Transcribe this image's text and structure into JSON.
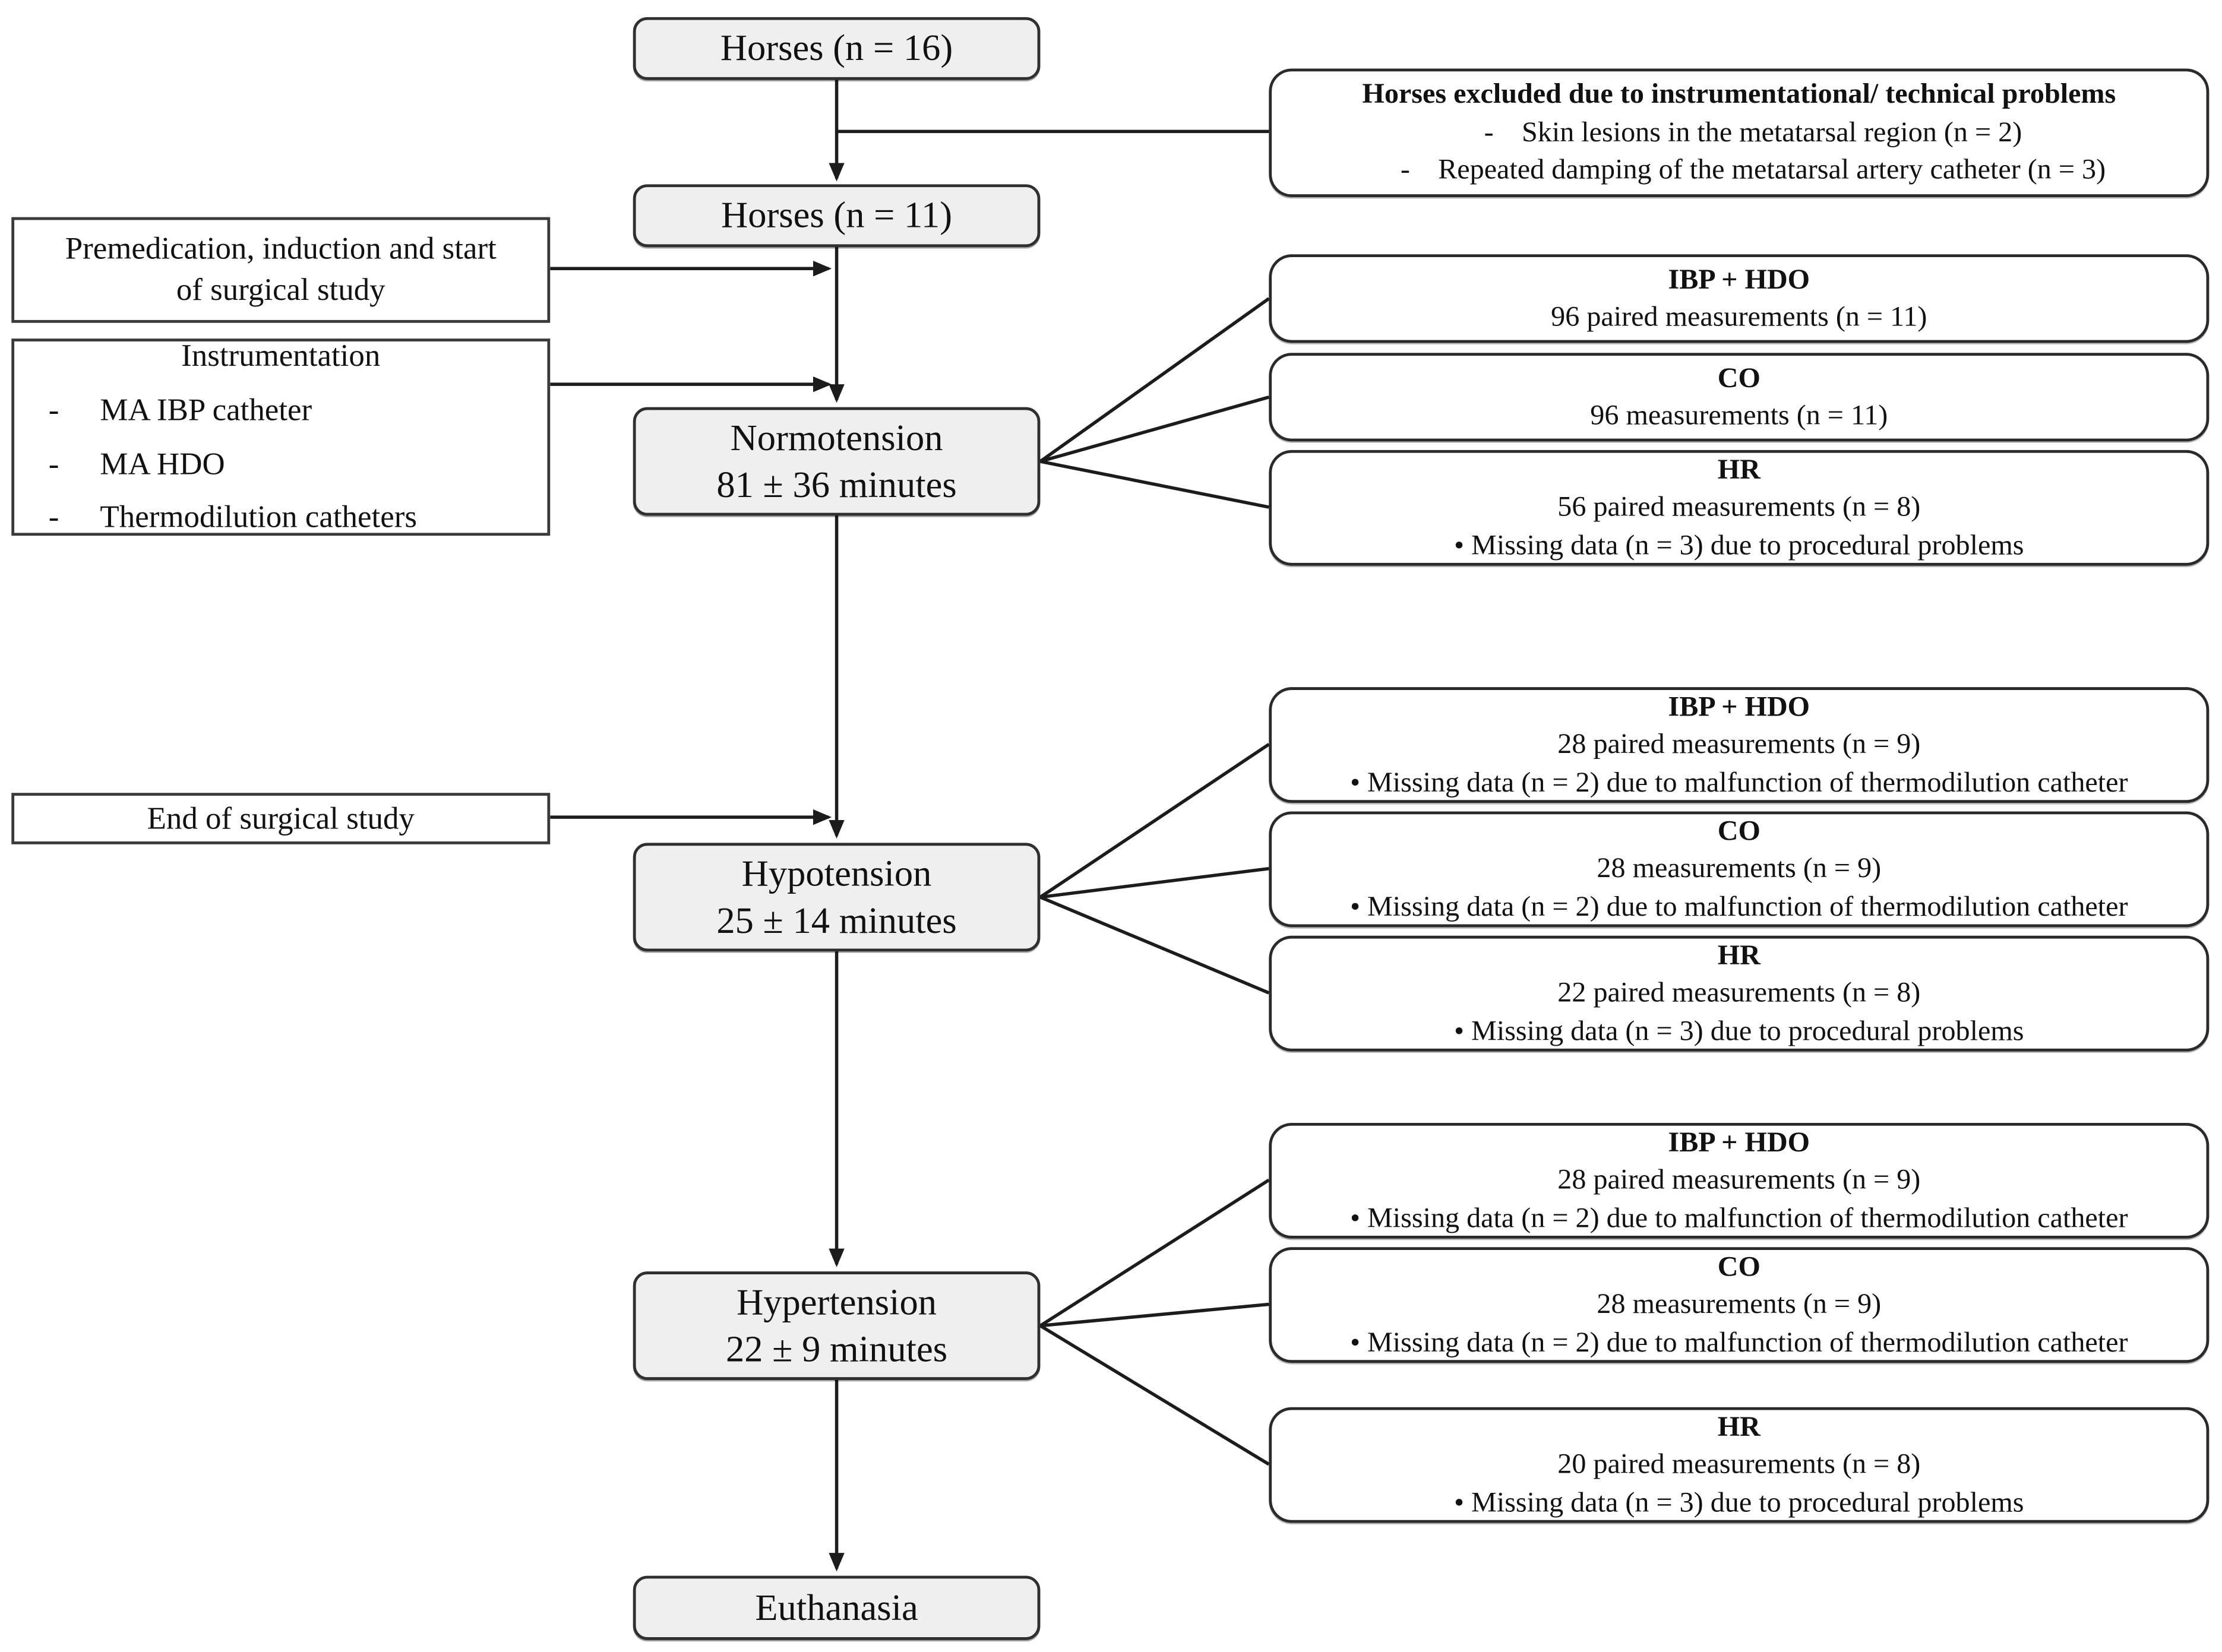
{
  "diagram": {
    "main_flow": {
      "horses16": {
        "label": "Horses (n = 16)"
      },
      "horses11": {
        "label": "Horses (n = 11)"
      },
      "normotension": {
        "label": "Normotension",
        "duration": "81 ± 36 minutes"
      },
      "hypotension": {
        "label": "Hypotension",
        "duration": "25 ± 14 minutes"
      },
      "hypertension": {
        "label": "Hypertension",
        "duration": "22 ± 9 minutes"
      },
      "euthanasia": {
        "label": "Euthanasia"
      }
    },
    "left_notes": {
      "premedication": {
        "label": "Premedication, induction and start of surgical study"
      },
      "instrumentation": {
        "heading": "Instrumentation",
        "dash": "-",
        "items": [
          "MA IBP catheter",
          "MA HDO",
          "Thermodilution catheters"
        ]
      },
      "end_of_study": {
        "label": "End of surgical study"
      }
    },
    "exclusion": {
      "title": "Horses excluded due to instrumentational/ technical problems",
      "dash": "-",
      "items": [
        "Skin lesions in the metatarsal region (n = 2)",
        "Repeated damping of the metatarsal artery catheter (n = 3)"
      ]
    },
    "measurements": {
      "normotension": [
        {
          "title": "IBP + HDO",
          "value": "96 paired measurements (n = 11)",
          "note": ""
        },
        {
          "title": "CO",
          "value": "96 measurements (n = 11)",
          "note": ""
        },
        {
          "title": "HR",
          "value": "56 paired measurements (n = 8)",
          "note": "• Missing data (n = 3) due to procedural problems"
        }
      ],
      "hypotension": [
        {
          "title": "IBP + HDO",
          "value": "28 paired measurements (n = 9)",
          "note": "• Missing data (n = 2) due to malfunction of thermodilution catheter"
        },
        {
          "title": "CO",
          "value": "28 measurements (n = 9)",
          "note": "• Missing data (n = 2) due to malfunction of thermodilution catheter"
        },
        {
          "title": "HR",
          "value": "22 paired measurements (n = 8)",
          "note": "• Missing data (n = 3) due to procedural problems"
        }
      ],
      "hypertension": [
        {
          "title": "IBP + HDO",
          "value": "28 paired measurements (n = 9)",
          "note": "• Missing data (n = 2) due to malfunction of thermodilution catheter"
        },
        {
          "title": "CO",
          "value": "28 measurements (n = 9)",
          "note": "• Missing data (n = 2) due to malfunction of thermodilution catheter"
        },
        {
          "title": "HR",
          "value": "20 paired measurements (n = 8)",
          "note": "• Missing data (n = 3) due to procedural problems"
        }
      ]
    },
    "colors": {
      "background": "#ffffff",
      "main_box_fill": "#efefef",
      "box_border": "#2f2f2f",
      "line": "#1c1c1c",
      "text": "#111111"
    }
  }
}
